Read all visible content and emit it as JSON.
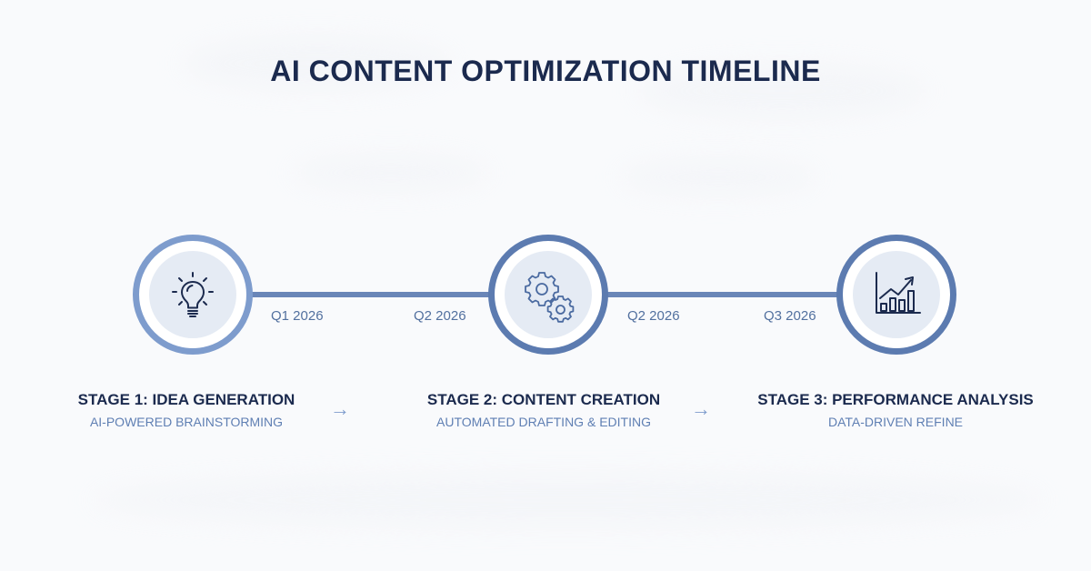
{
  "title": "AI CONTENT OPTIMIZATION TIMELINE",
  "colors": {
    "title": "#1b2a4e",
    "ring": "#5c7bb0",
    "ring_light": "#7e9ccd",
    "line": "#6a86b8",
    "inner_fill": "#e5ebf4",
    "subtitle": "#5f7fb3"
  },
  "dates": [
    "Q1 2026",
    "Q2 2026",
    "Q2 2026",
    "Q3 2026"
  ],
  "stages": [
    {
      "name": "STAGE 1: IDEA GENERATION",
      "sub": "AI-POWERED BRAINSTORMING",
      "icon": "lightbulb-icon"
    },
    {
      "name": "STAGE 2: CONTENT CREATION",
      "sub": "AUTOMATED DRAFTING & EDITING",
      "icon": "gears-icon"
    },
    {
      "name": "STAGE 3: PERFORMANCE ANALYSIS",
      "sub": "DATA-DRIVEN REFINE",
      "icon": "growth-chart-icon"
    }
  ],
  "arrows": [
    "→",
    "→"
  ]
}
